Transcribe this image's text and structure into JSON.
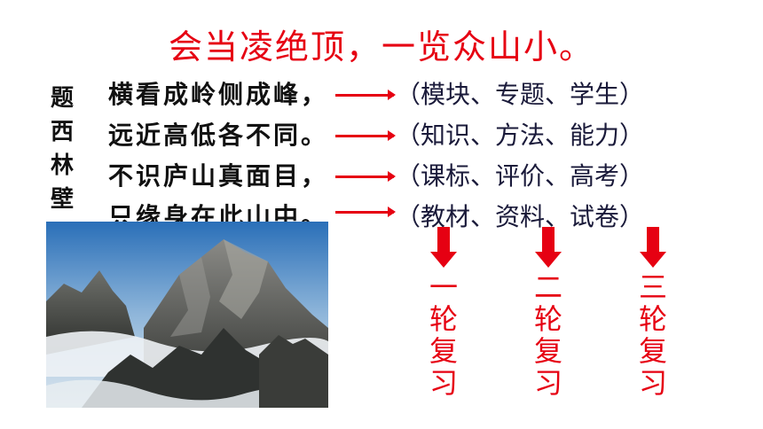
{
  "title": "会当凌绝顶，一览众山小。",
  "poem": {
    "title_chars": [
      "题",
      "西",
      "林",
      "壁"
    ],
    "lines": [
      "横看成岭侧成峰，",
      "远近高低各不同。",
      "不识庐山真面目，",
      "只缘身在此山中。"
    ]
  },
  "mapping": [
    "（模块、专题、学生）",
    "（知识、方法、能力）",
    "（课标、评价、高考）",
    "（教材、资料、试卷）"
  ],
  "rounds": [
    {
      "chars": [
        "一",
        "轮",
        "复",
        "习"
      ]
    },
    {
      "chars": [
        "二",
        "轮",
        "复",
        "习"
      ]
    },
    {
      "chars": [
        "三",
        "轮",
        "复",
        "习"
      ]
    }
  ],
  "colors": {
    "accent": "#e60012",
    "text": "#1a1a3a"
  }
}
